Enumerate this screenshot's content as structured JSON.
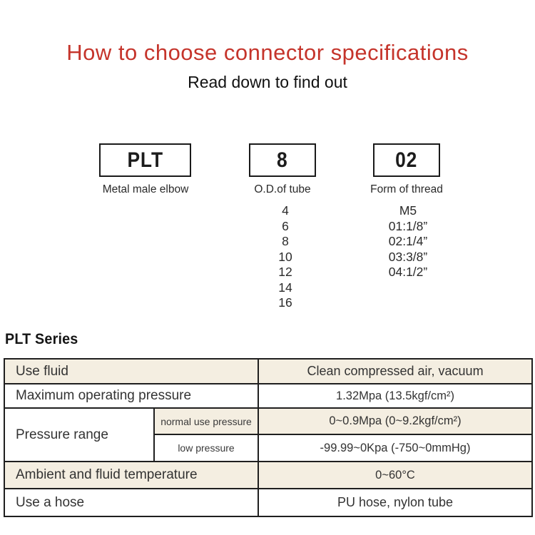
{
  "page": {
    "title": "How to choose connector specifications",
    "subtitle": "Read down to find out",
    "title_color": "#c5342b"
  },
  "selector": {
    "boxes": [
      {
        "code": "PLT",
        "caption": "Metal male elbow"
      },
      {
        "code": "8",
        "caption": "O.D.of tube"
      },
      {
        "code": "02",
        "caption": "Form of thread"
      }
    ],
    "tube_sizes": [
      "4",
      "6",
      "8",
      "10",
      "12",
      "14",
      "16"
    ],
    "thread_forms": [
      "M5",
      "01:1/8”",
      "02:1/4”",
      "03:3/8”",
      "04:1/2”"
    ]
  },
  "series": {
    "heading": "PLT Series",
    "accent_bg": "#f4eee1",
    "border_color": "#1f1f1f",
    "table": {
      "use_fluid_label": "Use fluid",
      "use_fluid_value": "Clean compressed air, vacuum",
      "max_pressure_label": "Maximum operating pressure",
      "max_pressure_value": "1.32Mpa (13.5kgf/cm²)",
      "pressure_range_label": "Pressure range",
      "normal_pressure_label": "normal use pressure",
      "normal_pressure_value": "0~0.9Mpa (0~9.2kgf/cm²)",
      "low_pressure_label": "low pressure",
      "low_pressure_value": "-99.99~0Kpa (-750~0mmHg)",
      "temperature_label": "Ambient and fluid temperature",
      "temperature_value": "0~60°C",
      "hose_label": "Use a hose",
      "hose_value": "PU hose, nylon tube"
    }
  }
}
